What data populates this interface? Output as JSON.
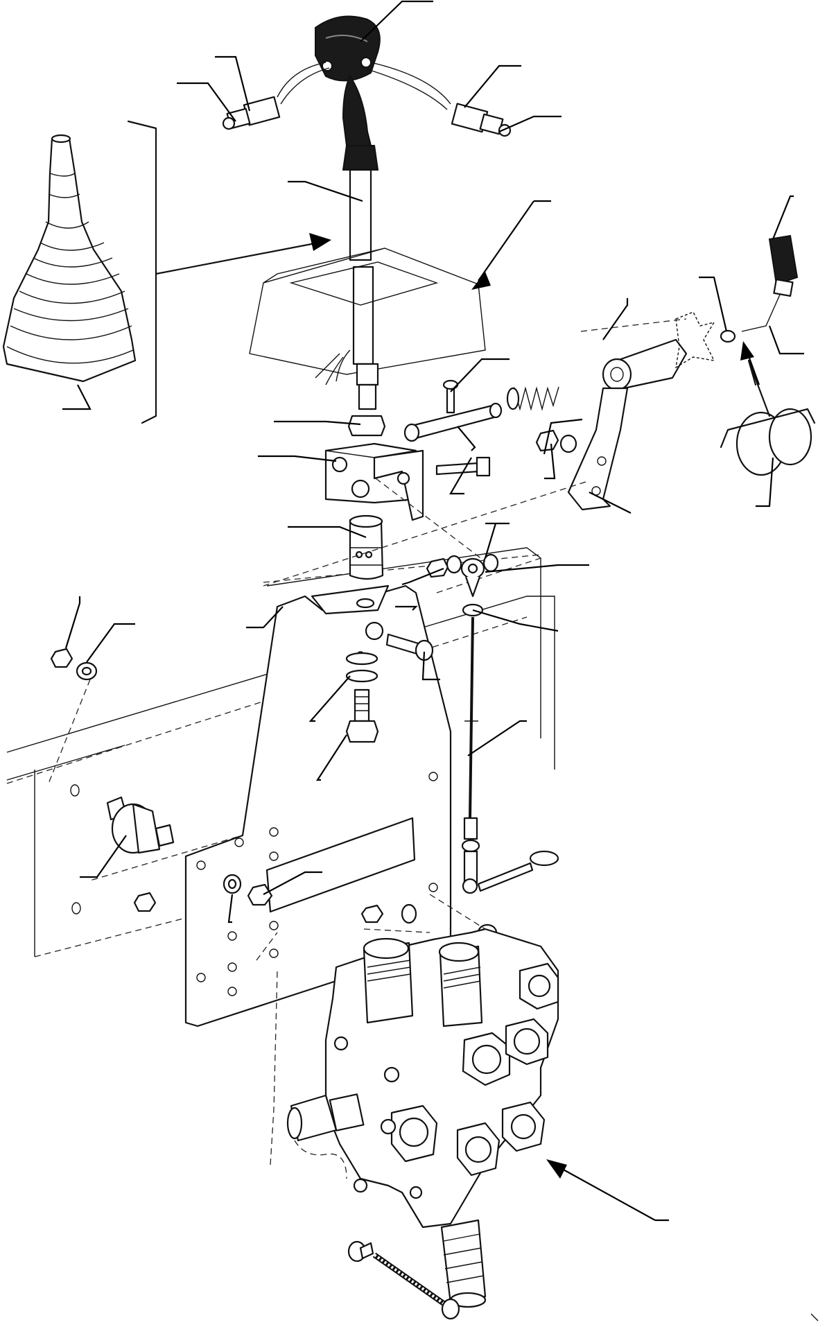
{
  "diagram": {
    "type": "exploded-parts-view",
    "callouts": 44
  },
  "colors": {
    "line": "#111111",
    "background": "#ffffff",
    "rubber": "#1a1a1a",
    "hatch": "#bdbdbd"
  },
  "parts": [
    "control-knob",
    "switch-left",
    "switch-right",
    "rubber-boot",
    "control-lever",
    "console-cover",
    "pivot-bracket",
    "swivel-joint",
    "mounting-plate",
    "link-rod",
    "bell-crank",
    "return-spring",
    "damper-mount",
    "control-valve",
    "push-pull-cable"
  ]
}
